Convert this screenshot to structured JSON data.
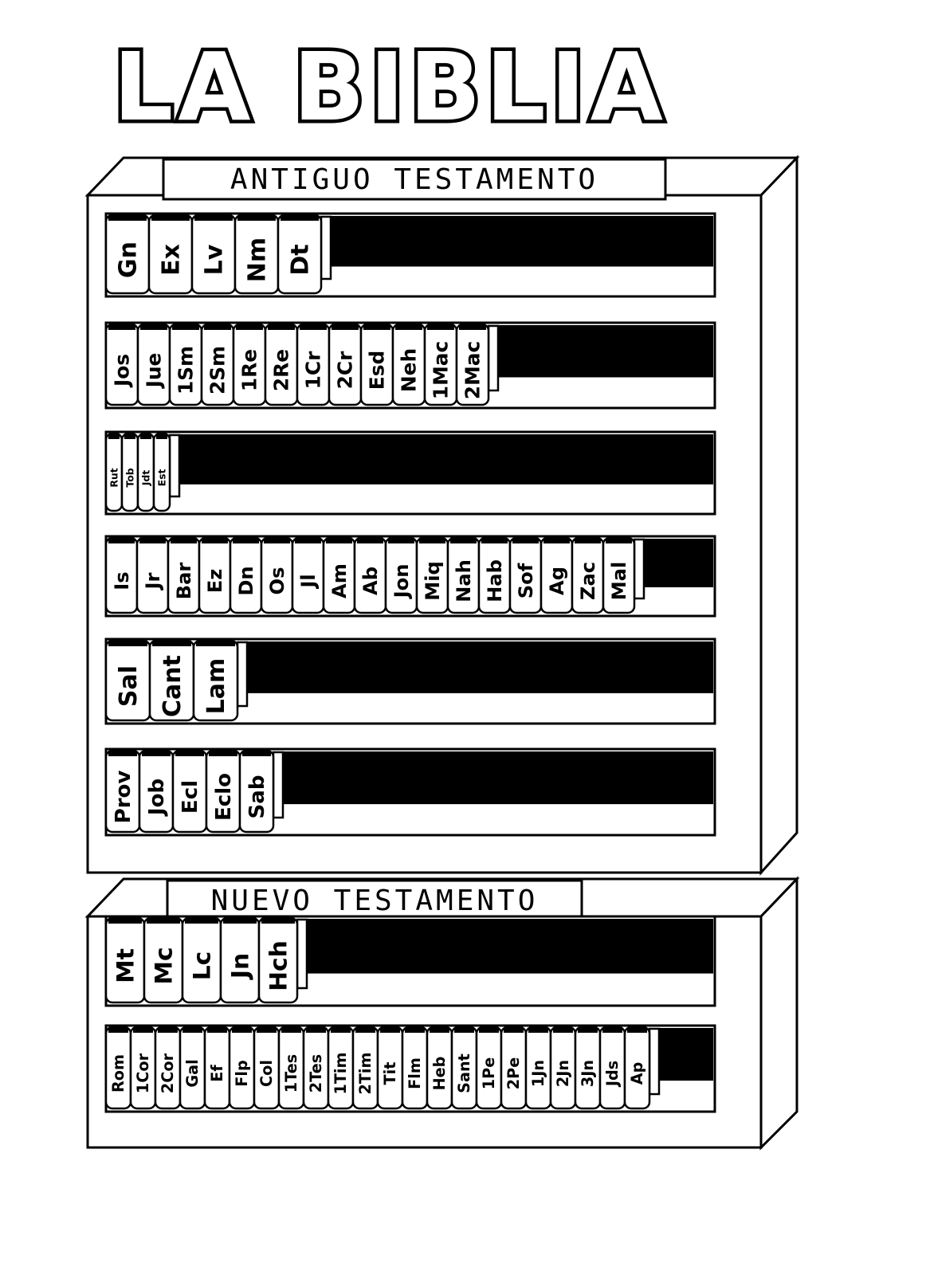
{
  "title": "LA BIBLIA",
  "old_testament": {
    "label": "ANTIGUO TESTAMENTO",
    "shelves": [
      [
        "Gn",
        "Ex",
        "Lv",
        "Nm",
        "Dt"
      ],
      [
        "Jos",
        "Jue",
        "1Sm",
        "2Sm",
        "1Re",
        "2Re",
        "1Cr",
        "2Cr",
        "Esd",
        "Neh",
        "1Mac",
        "2Mac"
      ],
      [
        "Rut",
        "Tob",
        "Jdt",
        "Est"
      ],
      [
        "Is",
        "Jr",
        "Bar",
        "Ez",
        "Dn",
        "Os",
        "Jl",
        "Am",
        "Ab",
        "Jon",
        "Miq",
        "Nah",
        "Hab",
        "Sof",
        "Ag",
        "Zac",
        "Mal"
      ],
      [
        "Sal",
        "Cant",
        "Lam"
      ],
      [
        "Prov",
        "Job",
        "Ecl",
        "Eclo",
        "Sab"
      ]
    ]
  },
  "new_testament": {
    "label": "NUEVO TESTAMENTO",
    "shelves": [
      [
        "Mt",
        "Mc",
        "Lc",
        "Jn",
        "Hch"
      ],
      [
        "Rom",
        "1Cor",
        "2Cor",
        "Gal",
        "Ef",
        "Flp",
        "Col",
        "1Tes",
        "2Tes",
        "1Tim",
        "2Tim",
        "Tit",
        "Flm",
        "Heb",
        "Sant",
        "1Pe",
        "2Pe",
        "1Jn",
        "2Jn",
        "3Jn",
        "Jds",
        "Ap"
      ]
    ]
  },
  "colors": {
    "ink": "#000000",
    "paper": "#ffffff"
  }
}
